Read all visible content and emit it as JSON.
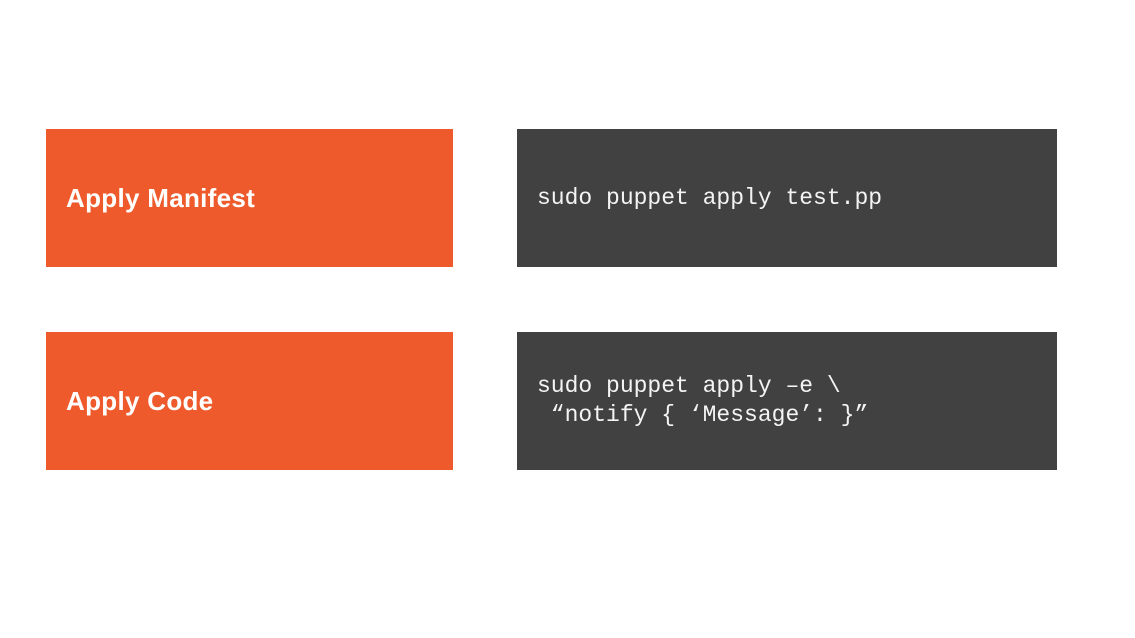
{
  "colors": {
    "page_bg": "#ffffff",
    "accent_orange": "#EE5A2B",
    "code_bg": "#414141",
    "label_text": "#ffffff",
    "code_text": "#f4f4f4"
  },
  "rows": [
    {
      "label": "Apply Manifest",
      "code_lines": {
        "0": "sudo puppet apply test.pp"
      }
    },
    {
      "label": "Apply Code",
      "code_lines": {
        "0": "sudo puppet apply –e \\",
        "1": " “notify { ‘Message’: }”"
      }
    }
  ]
}
